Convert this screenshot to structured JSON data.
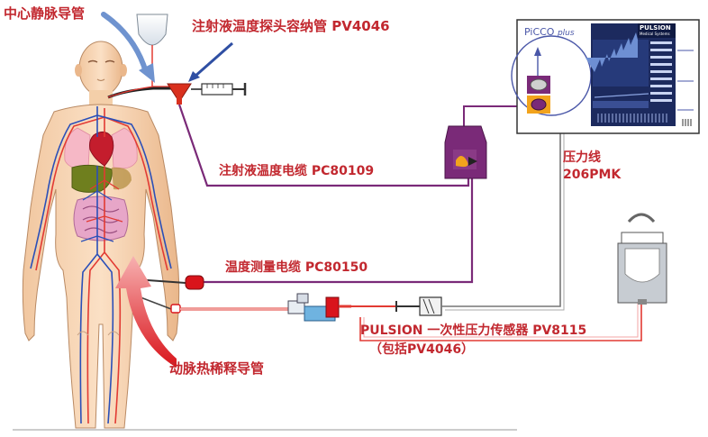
{
  "labels": {
    "cvc": "中心静脉导管",
    "injectate_housing": "注射液温度探头容纳管 PV4046",
    "injectate_cable": "注射液温度电缆 PC80109",
    "temp_cable": "温度测量电缆 PC80150",
    "pressure_line_1": "压力线",
    "pressure_line_2": "206PMK",
    "transducer_1": "PULSION 一次性压力传感器 PV8115",
    "transducer_2": "（包括PV4046）",
    "arterial_catheter": "动脉热稀释导管"
  },
  "monitor": {
    "brand": "PiCCO",
    "brand_suffix": "plus",
    "maker": "PULSION",
    "maker_sub": "Medical Systems"
  },
  "colors": {
    "label": "#c2282f",
    "cable": "#7a2a78",
    "artery": "#e23a33",
    "vein": "#2a4fb8",
    "arrow_blue": "#6f93cf"
  }
}
